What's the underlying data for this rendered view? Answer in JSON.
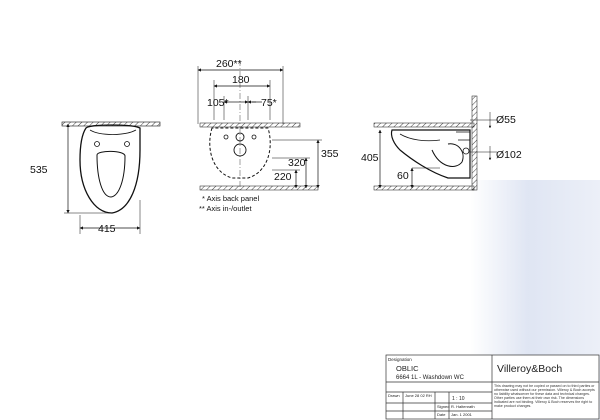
{
  "views": {
    "front": {
      "height": "535",
      "width": "415"
    },
    "rear": {
      "width_total": "260**",
      "width_inner": "180",
      "offset_left": "105*",
      "offset_right": "75*",
      "h_upper": "355",
      "h_mid": "320",
      "h_lower": "220",
      "notes": [
        "* Axis back panel",
        "** Axis in-/outlet"
      ]
    },
    "side": {
      "height": "405",
      "low": "60",
      "dia_top": "Ø55",
      "dia_bottom": "Ø102"
    }
  },
  "title_block": {
    "designation_label": "Designation",
    "product_name": "OBLIC",
    "product_code": "6664 1L - Washdown WC",
    "brand": "Villeroy&Boch",
    "drawn_label": "Drawn",
    "drawn_date": "June 28 02 RH",
    "scale": "1 : 10",
    "signed_label": "Signed",
    "signed_value": "R. Haltenrath",
    "date_label": "Date",
    "date_value": "Jan. 1 2001",
    "disclaimer": "This drawing may not be copied or passed on to third parties or otherwise used without our permission. Villeroy & Boch accepts no liability whatsoever for these data and technical changes. Other parties use them at their own risk. The dimensions indicated are not binding. Villeroy & Boch reserves the right to make product changes."
  },
  "colors": {
    "line": "#111111",
    "accent_shade": "#96aad7"
  }
}
